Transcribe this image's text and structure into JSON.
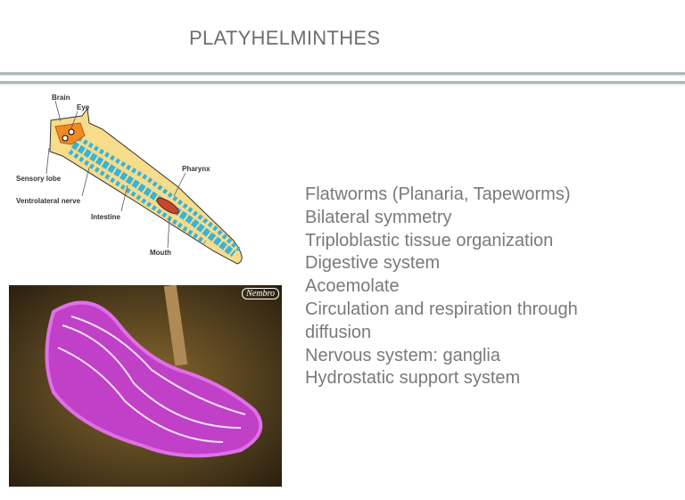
{
  "title": "PLATYHELMINTHES",
  "diagram": {
    "labels": {
      "brain": "Brain",
      "eye": "Eye",
      "sensory_lobe": "Sensory lobe",
      "ventrolateral_nerve": "Ventrolateral nerve",
      "intestine": "Intestine",
      "pharynx": "Pharynx",
      "mouth": "Mouth"
    }
  },
  "photo": {
    "watermark": "Nembro"
  },
  "bullets": [
    "Flatworms (Planaria, Tapeworms)",
    "Bilateral symmetry",
    "Triploblastic tissue organization",
    "Digestive system",
    "Acoemolate",
    "Circulation and respiration through",
    "diffusion",
    "Nervous system: ganglia",
    "Hydrostatic support system"
  ]
}
